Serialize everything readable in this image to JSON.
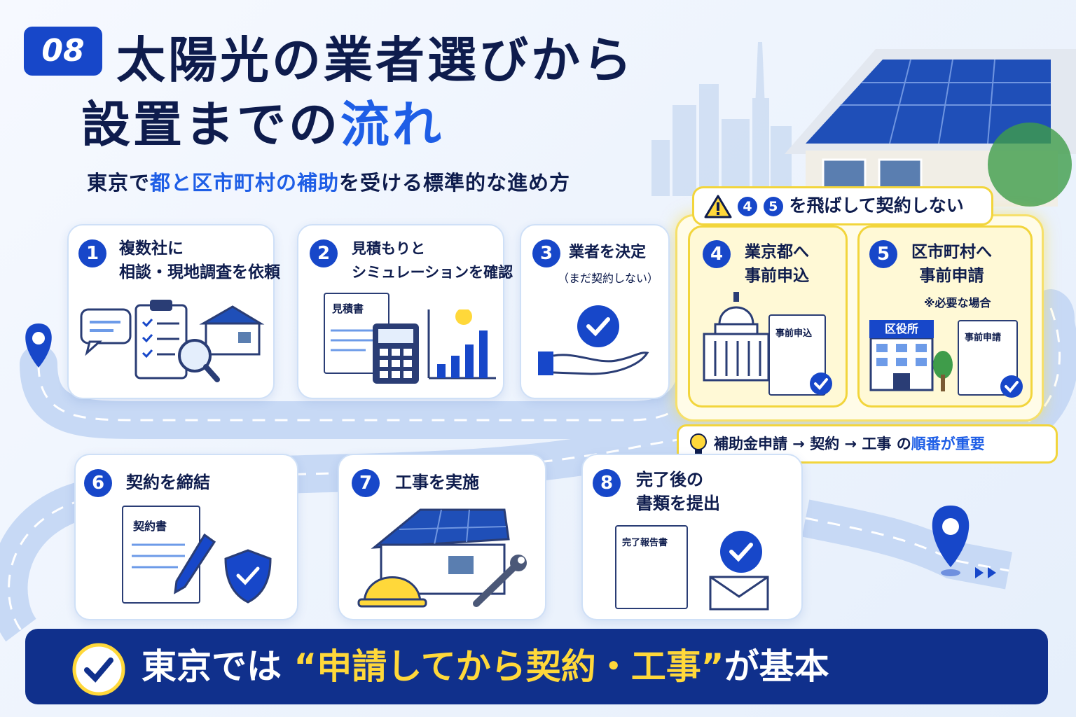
{
  "header": {
    "badge": "08",
    "title_line1": "太陽光の業者選びから",
    "title_line2_pre": "設置までの",
    "title_line2_hl": "流れ",
    "subtitle_pre": "東京で",
    "subtitle_hl": "都と区市町村の補助",
    "subtitle_post": "を受ける標準的な進め方"
  },
  "warning": {
    "n1": "4",
    "n2": "5",
    "text": "を飛ばして契約しない"
  },
  "steps": [
    {
      "n": "1",
      "line1": "複数社に",
      "line2": "相談・現地調査を依頼"
    },
    {
      "n": "2",
      "line1": "見積もりと",
      "line2": "シミュレーションを確認",
      "doc": "見積書"
    },
    {
      "n": "3",
      "line1": "業者を決定",
      "line2": "（まだ契約しない）"
    },
    {
      "n": "4",
      "line1": "業京都へ",
      "line2": "事前申込",
      "doc": "事前申込"
    },
    {
      "n": "5",
      "line1": "区市町村へ",
      "line2": "事前申請",
      "note": "※必要な場合",
      "building": "区役所",
      "doc": "事前申請"
    },
    {
      "n": "6",
      "line1": "契約を締結",
      "doc": "契約書"
    },
    {
      "n": "7",
      "line1": "工事を実施"
    },
    {
      "n": "8",
      "line1": "完了後の",
      "line2": "書類を提出",
      "doc": "完了報告書"
    }
  ],
  "tip": {
    "pre": "補助金申請 → 契約 → 工事 の",
    "hl": "順番が重要"
  },
  "bottom": {
    "pre": "東京では",
    "quote_open": "“",
    "hl": "申請してから契約・工事",
    "quote_close": "”",
    "post": "が基本"
  },
  "icons": [
    "warning-icon",
    "location-pin-icon",
    "check-icon",
    "bulb-icon",
    "sun-icon",
    "calculator-icon",
    "house-icon",
    "shield-icon",
    "pen-icon",
    "helmet-icon",
    "wrench-icon",
    "envelope-icon",
    "magnifier-icon",
    "clipboard-icon",
    "chat-icon",
    "handshake-icon",
    "government-building-icon",
    "office-building-icon",
    "tree-icon"
  ],
  "colors": {
    "primary": "#1747c9",
    "accent_blue": "#1e5ee6",
    "navy": "#10308c",
    "yellow": "#f2d53c",
    "highlight_text": "#ffd83a"
  }
}
